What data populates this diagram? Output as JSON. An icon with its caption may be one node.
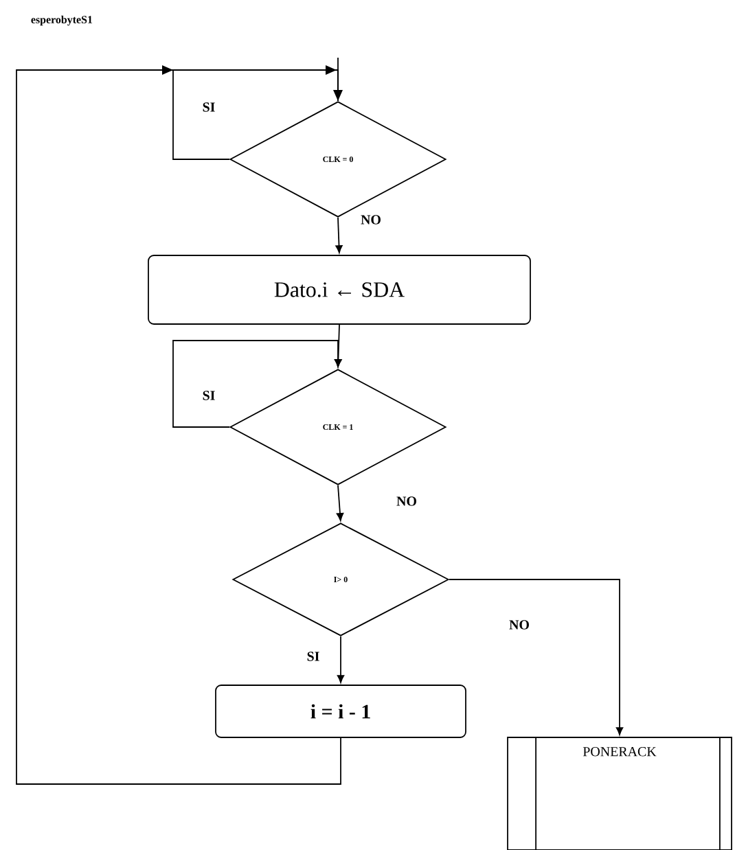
{
  "diagram": {
    "title": "esperobyteS1",
    "nodes": [
      {
        "text": [
          "CLK = 0"
        ]
      },
      {
        "text": [
          "Dato.i ← SDA"
        ]
      },
      {
        "text": [
          "CLK = 1"
        ]
      },
      {
        "text": [
          "I> 0"
        ]
      },
      {
        "text": [
          "i = i - 1"
        ]
      },
      {
        "text": [
          "PONERACK"
        ]
      }
    ],
    "edges": [
      {
        "from": null,
        "to": 0,
        "arrow": "to"
      },
      {
        "from": 0,
        "to": 0,
        "arrow": "to",
        "label": "SI"
      },
      {
        "from": 0,
        "to": 1,
        "arrow": "to",
        "label": "NO"
      },
      {
        "from": 1,
        "to": 2,
        "arrow": "to"
      },
      {
        "from": 2,
        "to": 2,
        "arrow": "to",
        "label": "SI"
      },
      {
        "from": 2,
        "to": 3,
        "arrow": "to",
        "label": "NO"
      },
      {
        "from": 3,
        "to": 4,
        "arrow": "to",
        "label": "SI"
      },
      {
        "from": 3,
        "to": 5,
        "arrow": "to",
        "label": "NO"
      },
      {
        "from": 4,
        "to": 0,
        "arrow": "to"
      }
    ]
  }
}
